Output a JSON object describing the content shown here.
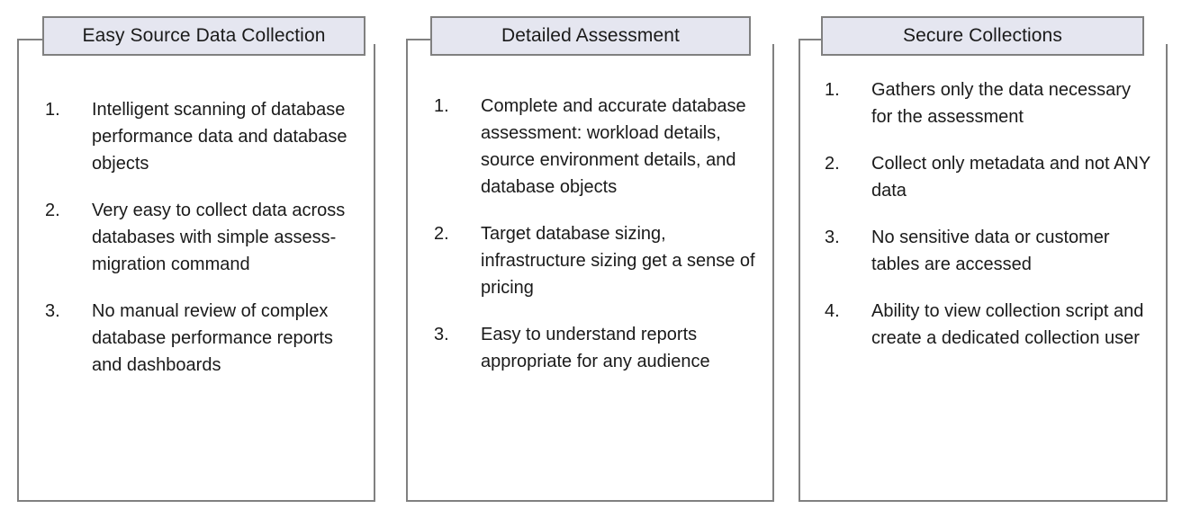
{
  "diagram": {
    "type": "three-column-feature-panels",
    "colors": {
      "header_fill": "#e5e6f0",
      "border": "#808080",
      "text": "#1a1a1a",
      "background": "#ffffff"
    },
    "panels": [
      {
        "title": "Easy Source Data Collection",
        "items": [
          {
            "number": "1.",
            "text": "Intelligent scanning of database performance data and database objects"
          },
          {
            "number": "2.",
            "text": "Very easy to collect data across databases with simple assess-migration command"
          },
          {
            "number": "3.",
            "text": "No manual review of complex database performance reports and dashboards"
          }
        ]
      },
      {
        "title": "Detailed Assessment",
        "items": [
          {
            "number": "1.",
            "text": "Complete and accurate database assessment: workload details, source environment details, and database objects"
          },
          {
            "number": "2.",
            "text": "Target database sizing, infrastructure sizing get a sense of pricing"
          },
          {
            "number": "3.",
            "text": "Easy to understand reports appropriate for any audience"
          }
        ]
      },
      {
        "title": "Secure Collections",
        "items": [
          {
            "number": "1.",
            "text": "Gathers only the data necessary for the assessment"
          },
          {
            "number": "2.",
            "text": "Collect only metadata and not ANY data"
          },
          {
            "number": "3.",
            "text": "No sensitive data or customer tables are accessed"
          },
          {
            "number": "4.",
            "text": "Ability to view collection script and create a dedicated collection user"
          }
        ]
      }
    ]
  }
}
